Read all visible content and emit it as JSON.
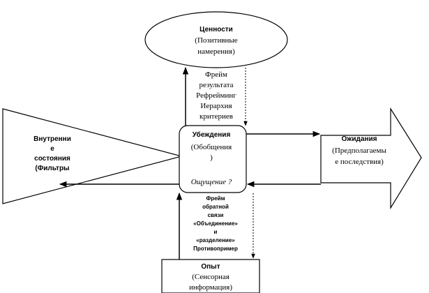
{
  "values_node": {
    "lines": [
      "Ценности",
      "(Позитивные",
      "намерения)"
    ]
  },
  "frame_result": {
    "lines": [
      "Фрейм",
      "результата",
      "Рефрейминг",
      "Иерархия",
      "критериев"
    ]
  },
  "internal_states": {
    "lines": [
      "Внутренни",
      "е",
      "состояния",
      "(Фильтры"
    ]
  },
  "beliefs_node": {
    "lines": [
      "Убеждения",
      "(Обобщения",
      ")"
    ],
    "feeling": "Ощущение ?"
  },
  "expectations": {
    "lines": [
      "Ожидания",
      "(Предполагаемы",
      "е  последствия)"
    ]
  },
  "feedback_frame": {
    "lines": [
      "Фрейм",
      "обратной",
      "связи",
      "«Объединение»",
      "и",
      "«разделение»",
      "Противопример"
    ]
  },
  "experience_node": {
    "lines": [
      "Опыт",
      "(Сенсорная",
      "информация)"
    ]
  },
  "colors": {
    "stroke": "#000000",
    "fill": "#ffffff",
    "text": "#000000"
  }
}
